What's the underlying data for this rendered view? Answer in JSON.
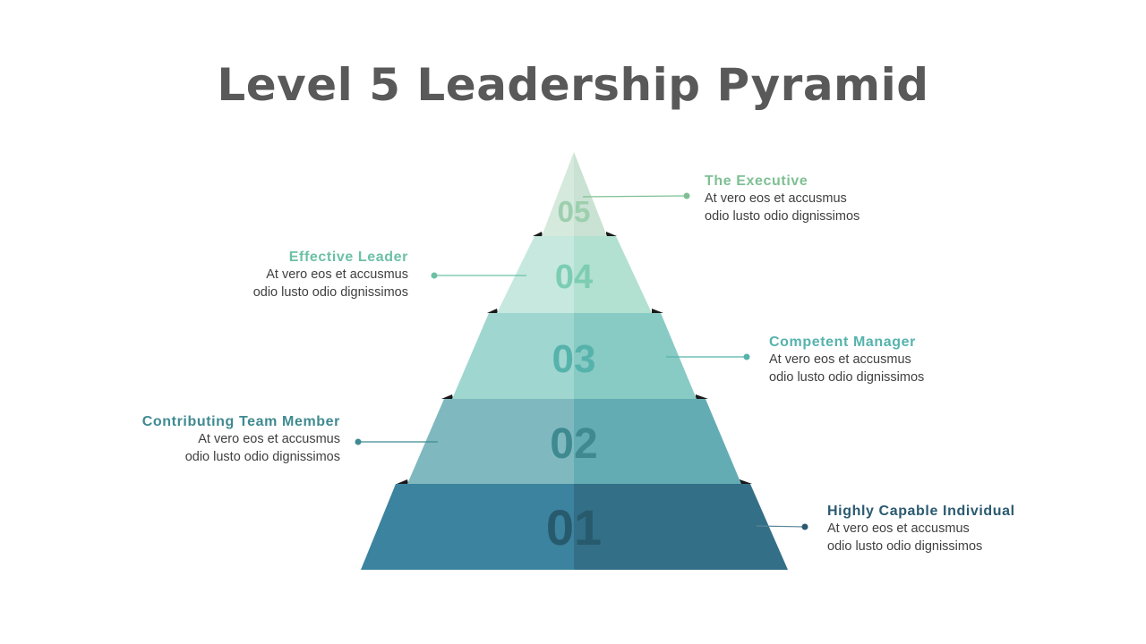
{
  "title": "Level 5 Leadership Pyramid",
  "colors": {
    "title": "#595959",
    "tier5": [
      "#d5e9dc",
      "#c9e2d3"
    ],
    "tier4": [
      "#c6e8de",
      "#b2e0d1"
    ],
    "tier3": [
      "#9fd6d0",
      "#88cac4"
    ],
    "tier2": [
      "#7fb9bf",
      "#64acb3"
    ],
    "tier1": [
      "#3b839f",
      "#336f87"
    ]
  },
  "levels": [
    {
      "number": "05",
      "title": "The Executive",
      "line1": "At vero eos et accusmus",
      "line2": "odio lusto odio dignissimos",
      "color": "#7fbf94",
      "side": "right"
    },
    {
      "number": "04",
      "title": "Effective Leader",
      "line1": "At vero eos et accusmus",
      "line2": "odio lusto odio dignissimos",
      "color": "#6cc0a6",
      "side": "left"
    },
    {
      "number": "03",
      "title": "Competent Manager",
      "line1": "At vero eos et accusmus",
      "line2": "odio lusto odio dignissimos",
      "color": "#56b3ac",
      "side": "right"
    },
    {
      "number": "02",
      "title": "Contributing Team Member",
      "line1": "At vero eos et accusmus",
      "line2": "odio lusto odio dignissimos",
      "color": "#3f8a91",
      "side": "left"
    },
    {
      "number": "01",
      "title": "Highly Capable Individual",
      "line1": "At vero eos et accusmus",
      "line2": "odio lusto odio dignissimos",
      "color": "#2b5a70",
      "side": "right"
    }
  ]
}
